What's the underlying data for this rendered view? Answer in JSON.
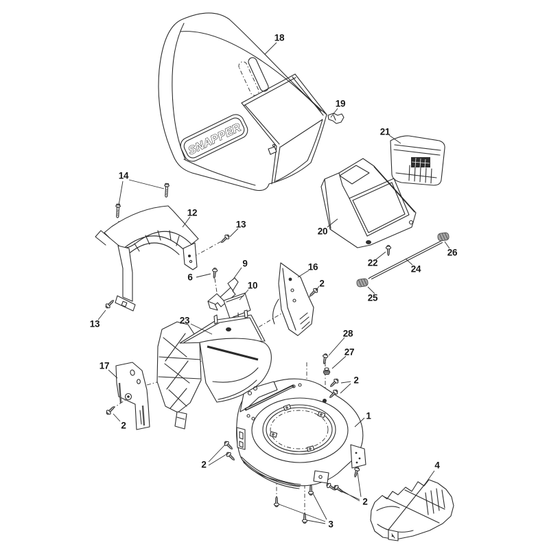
{
  "diagram": {
    "type": "exploded-parts-diagram",
    "background_color": "#ffffff",
    "line_color": "#2b2b2b",
    "brand_logo": "SNAPPER",
    "callouts": [
      {
        "label": "18"
      },
      {
        "label": "19"
      },
      {
        "label": "21"
      },
      {
        "label": "20"
      },
      {
        "label": "22"
      },
      {
        "label": "26"
      },
      {
        "label": "24"
      },
      {
        "label": "25"
      },
      {
        "label": "14"
      },
      {
        "label": "12"
      },
      {
        "label": "13"
      },
      {
        "label": "13"
      },
      {
        "label": "6"
      },
      {
        "label": "9"
      },
      {
        "label": "10"
      },
      {
        "label": "16"
      },
      {
        "label": "2"
      },
      {
        "label": "23"
      },
      {
        "label": "17"
      },
      {
        "label": "2"
      },
      {
        "label": "28"
      },
      {
        "label": "27"
      },
      {
        "label": "2"
      },
      {
        "label": "1"
      },
      {
        "label": "2"
      },
      {
        "label": "3"
      },
      {
        "label": "2"
      },
      {
        "label": "4"
      }
    ]
  }
}
